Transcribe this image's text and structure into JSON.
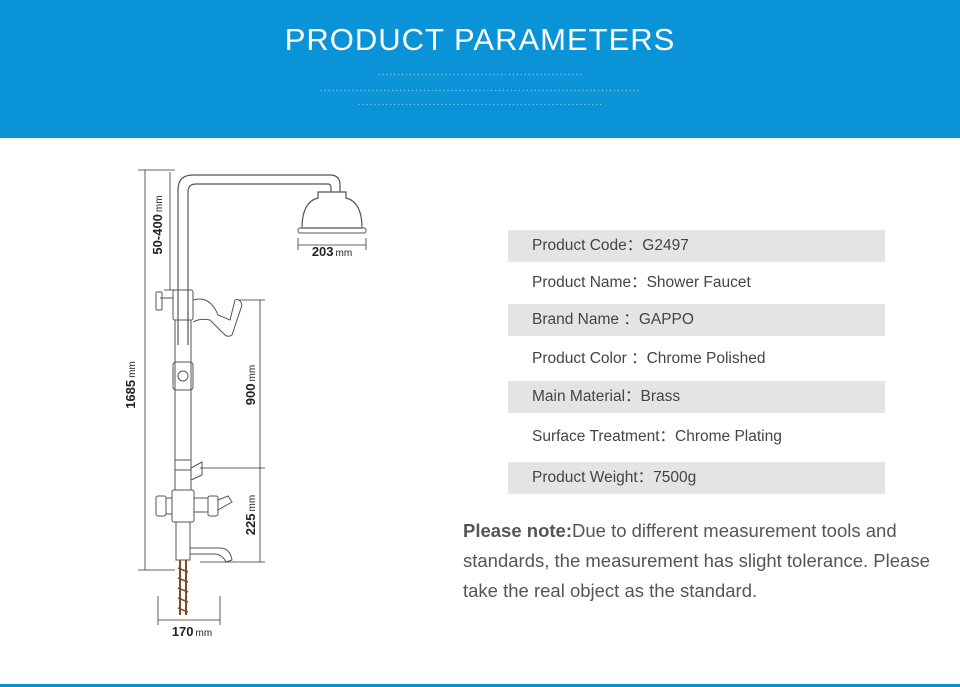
{
  "banner": {
    "title": "PRODUCT PARAMETERS",
    "color": "#0a93d6"
  },
  "diagram": {
    "dim_height_total": "1685",
    "dim_arm": "50-400",
    "dim_head": "203",
    "dim_slide": "900",
    "dim_mixer": "225",
    "dim_spacing": "170",
    "unit": "mm"
  },
  "params": [
    {
      "label": "Product Code：G2497",
      "shaded": true
    },
    {
      "label": "Product Name：Shower Faucet",
      "shaded": false
    },
    {
      "label": "Brand Name ：GAPPO",
      "shaded": true
    },
    {
      "label": "Product Color ：Chrome Polished",
      "shaded": false
    },
    {
      "label": "Main Material：Brass",
      "shaded": true
    },
    {
      "label": "Surface Treatment：Chrome Plating",
      "shaded": false
    },
    {
      "label": "Product Weight：7500g",
      "shaded": true
    }
  ],
  "note": {
    "bold": "Please note:",
    "text": "Due to different measurement tools and standards, the measurement has slight tolerance. Please take the real object as the standard."
  }
}
